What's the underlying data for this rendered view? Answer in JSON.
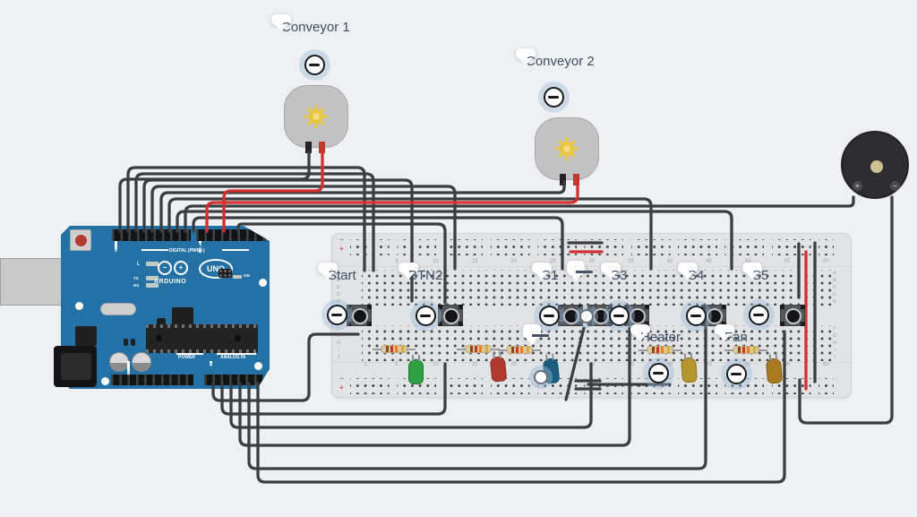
{
  "canvas": {
    "background": "#eef0f3"
  },
  "annotations": {
    "conveyor1": "Conveyor 1",
    "conveyor2": "Conveyor 2",
    "start": "Start",
    "btn2": "BTN2",
    "s1": "S1",
    "s3": "S3",
    "s4": "S4",
    "s5": "S5",
    "heater": "Heater",
    "fan": "Fan"
  },
  "arduino": {
    "brand": "ARDUINO",
    "model": "UNO",
    "digital_group_label": "DIGITAL (PWM~)",
    "power_group_label": "POWER",
    "analog_group_label": "ANALOG IN",
    "on_label": "ON",
    "led_l": "L",
    "led_tx": "TX",
    "led_rx": "RX",
    "logo_minus": "−",
    "logo_plus": "+",
    "digital_pins_left": [
      "AREF",
      "GND",
      "13",
      "12",
      "~11",
      "~10",
      "~9",
      "8"
    ],
    "digital_pins_right": [
      "7",
      "~6",
      "~5",
      "4",
      "~3",
      "2",
      "TX→1",
      "RX←0"
    ],
    "power_pins": [
      "IOREF",
      "RESET",
      "3.3V",
      "5V",
      "GND",
      "GND",
      "Vin"
    ],
    "analog_pins": [
      "A0",
      "A1",
      "A2",
      "A3",
      "A4",
      "A5"
    ]
  },
  "breadboard": {
    "column_numbers": [
      1,
      5,
      10,
      15,
      20,
      25,
      30,
      35,
      40,
      45,
      50,
      55,
      60
    ],
    "row_letters_top": [
      "A",
      "B",
      "C",
      "D",
      "E"
    ],
    "row_letters_bottom": [
      "F",
      "G",
      "H",
      "I",
      "J"
    ],
    "minus_marker": "−",
    "plus_marker": "+"
  },
  "buzzer": {
    "plus_label": "+",
    "minus_label": "−"
  },
  "colors": {
    "wire_black": "#3a3e41",
    "wire_red": "#d32f2f",
    "arduino_blue": "#2471a6",
    "breadboard_gray": "#e2e3e5",
    "label_text": "#3e4f63",
    "led_green": "#2ea043",
    "led_red": "#b03a2e",
    "led_blue": "#1b5e80",
    "led_yellow": "#b5952e",
    "led_amber": "#a97a20",
    "motor_gear_yellow": "#e8c53f"
  }
}
